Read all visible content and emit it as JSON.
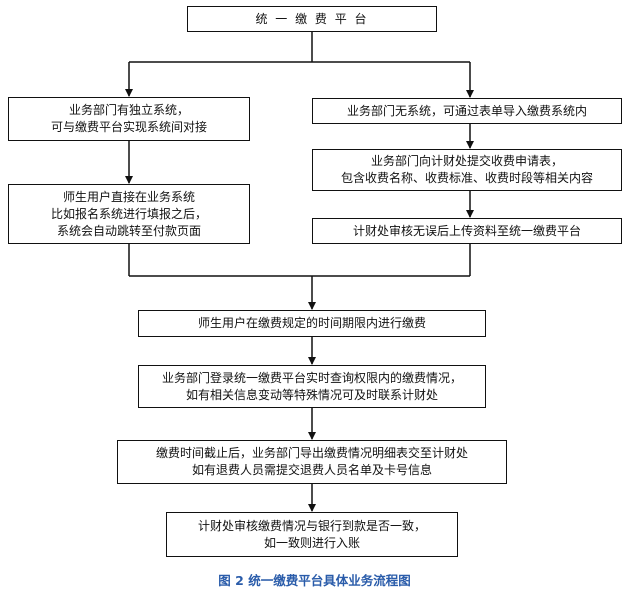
{
  "nodes": {
    "platform": {
      "lines": [
        "统 一 缴 费 平 台"
      ]
    },
    "left1": {
      "lines": [
        "业务部门有独立系统，",
        "可与缴费平台实现系统间对接"
      ]
    },
    "left2": {
      "lines": [
        "师生用户直接在业务系统",
        "比如报名系统进行填报之后，",
        "系统会自动跳转至付款页面"
      ]
    },
    "right1": {
      "lines": [
        "业务部门无系统，可通过表单导入缴费系统内"
      ]
    },
    "right2": {
      "lines": [
        "业务部门向计财处提交收费申请表，",
        "包含收费名称、收费标准、收费时段等相关内容"
      ]
    },
    "right3": {
      "lines": [
        "计财处审核无误后上传资料至统一缴费平台"
      ]
    },
    "pay": {
      "lines": [
        "师生用户在缴费规定的时间期限内进行缴费"
      ]
    },
    "query": {
      "lines": [
        "业务部门登录统一缴费平台实时查询权限内的缴费情况，",
        "如有相关信息变动等特殊情况可及时联系计财处"
      ]
    },
    "deadline": {
      "lines": [
        "缴费时间截止后，业务部门导出缴费情况明细表交至计财处",
        "如有退费人员需提交退费人员名单及卡号信息"
      ]
    },
    "audit": {
      "lines": [
        "计财处审核缴费情况与银行到款是否一致，",
        "如一致则进行入账"
      ]
    }
  },
  "caption": "图 2   统一缴费平台具体业务流程图"
}
